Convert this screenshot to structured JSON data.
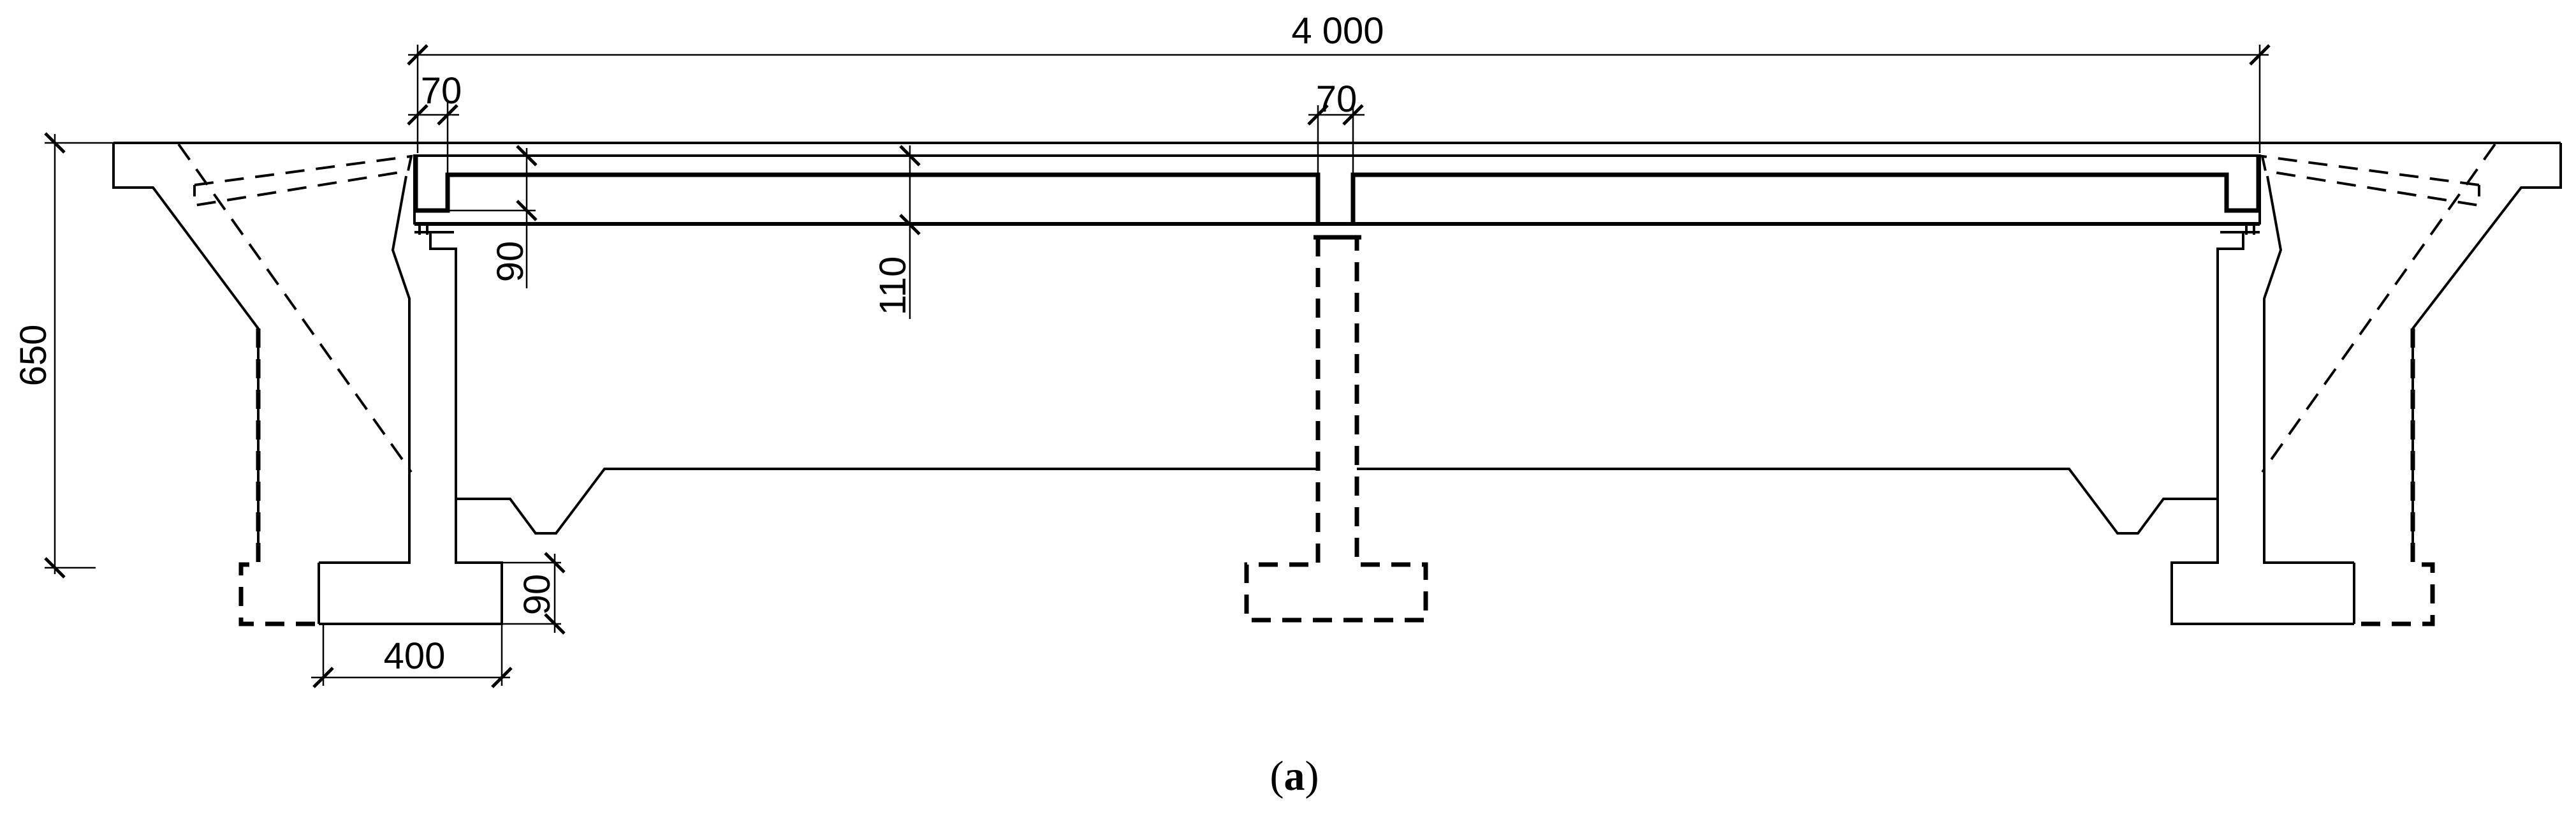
{
  "dimensions": {
    "overall_width": "4 000",
    "end_wall_thickness": "70",
    "center_wall_thickness": "70",
    "slab_thickness": "90",
    "deck_depth": "110",
    "total_height": "650",
    "footing_thickness": "90",
    "footing_width": "400"
  },
  "caption": {
    "open": "(",
    "label": "a",
    "close": ")"
  },
  "line_styles": {
    "solid": "structure",
    "dashed": "hidden / existing structure"
  }
}
